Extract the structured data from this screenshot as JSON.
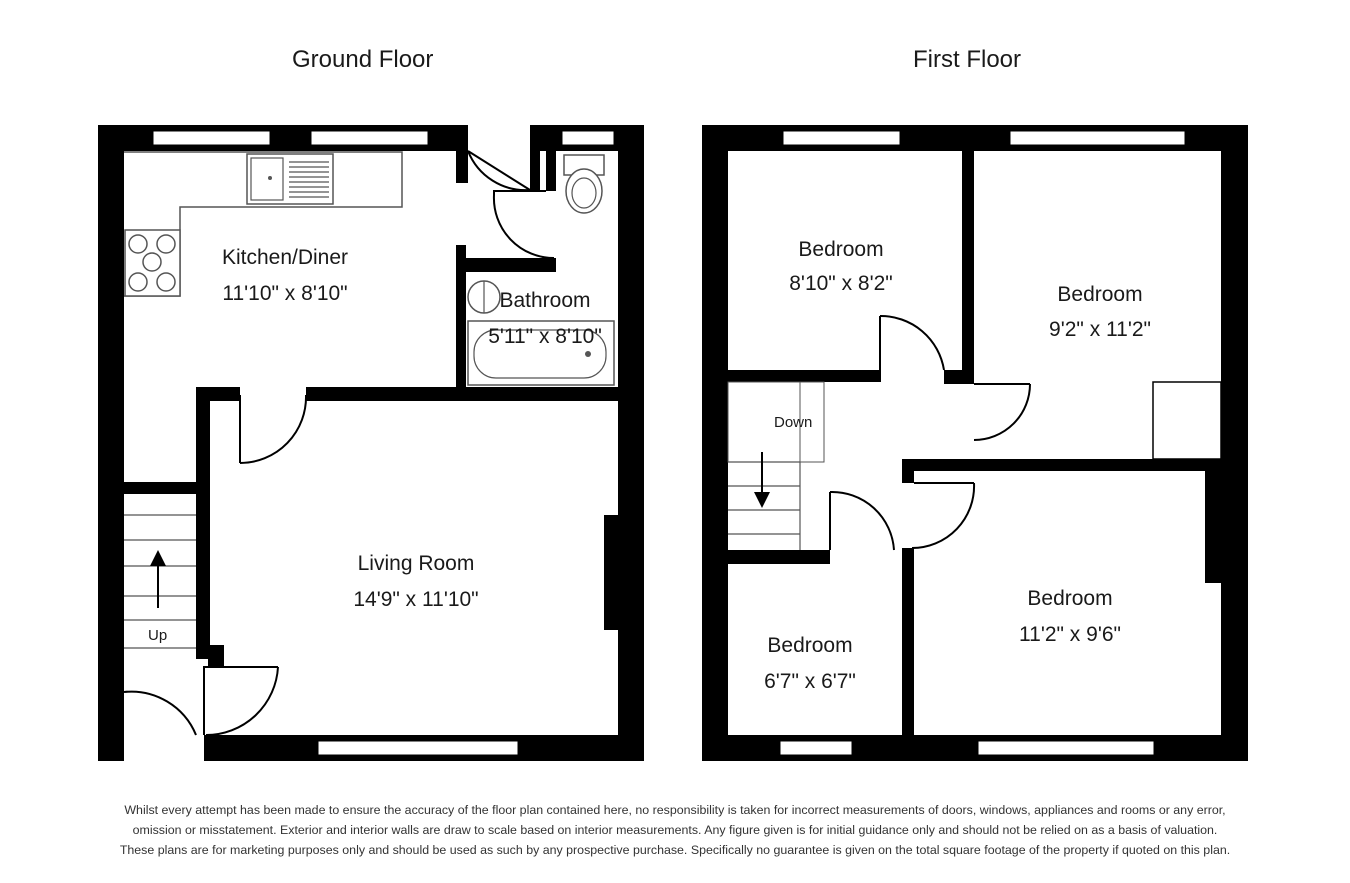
{
  "floors": {
    "ground": {
      "title": "Ground Floor",
      "kitchen": {
        "name": "Kitchen/Diner",
        "dims": "11'10\" x 8'10\""
      },
      "bathroom": {
        "name": "Bathroom",
        "dims": "5'11\" x 8'10\""
      },
      "living": {
        "name": "Living Room",
        "dims": "14'9\" x 11'10\""
      },
      "stairs_label": "Up"
    },
    "first": {
      "title": "First Floor",
      "bedroom_top_left": {
        "name": "Bedroom",
        "dims": "8'10\" x 8'2\""
      },
      "bedroom_top_right": {
        "name": "Bedroom",
        "dims": "9'2\" x 11'2\""
      },
      "bedroom_small": {
        "name": "Bedroom",
        "dims": "6'7\" x 6'7\""
      },
      "bedroom_bottom_right": {
        "name": "Bedroom",
        "dims": "11'2\" x 9'6\""
      },
      "stairs_label": "Down"
    }
  },
  "disclaimer": {
    "line1": "Whilst every attempt has been made to ensure the accuracy of the floor plan contained here, no responsibility is taken for incorrect measurements of doors, windows, appliances and rooms or any error,",
    "line2": "omission or misstatement. Exterior and interior walls are draw to scale based on interior measurements. Any figure given is for initial guidance only and should not be relied on as a basis of valuation.",
    "line3": "These plans are for marketing purposes only and should be used as such by any prospective purchase. Specifically no guarantee is given on the total square footage of the property if quoted on this plan."
  },
  "colors": {
    "wall": "#000000",
    "fixture": "#555555",
    "background": "#ffffff"
  }
}
